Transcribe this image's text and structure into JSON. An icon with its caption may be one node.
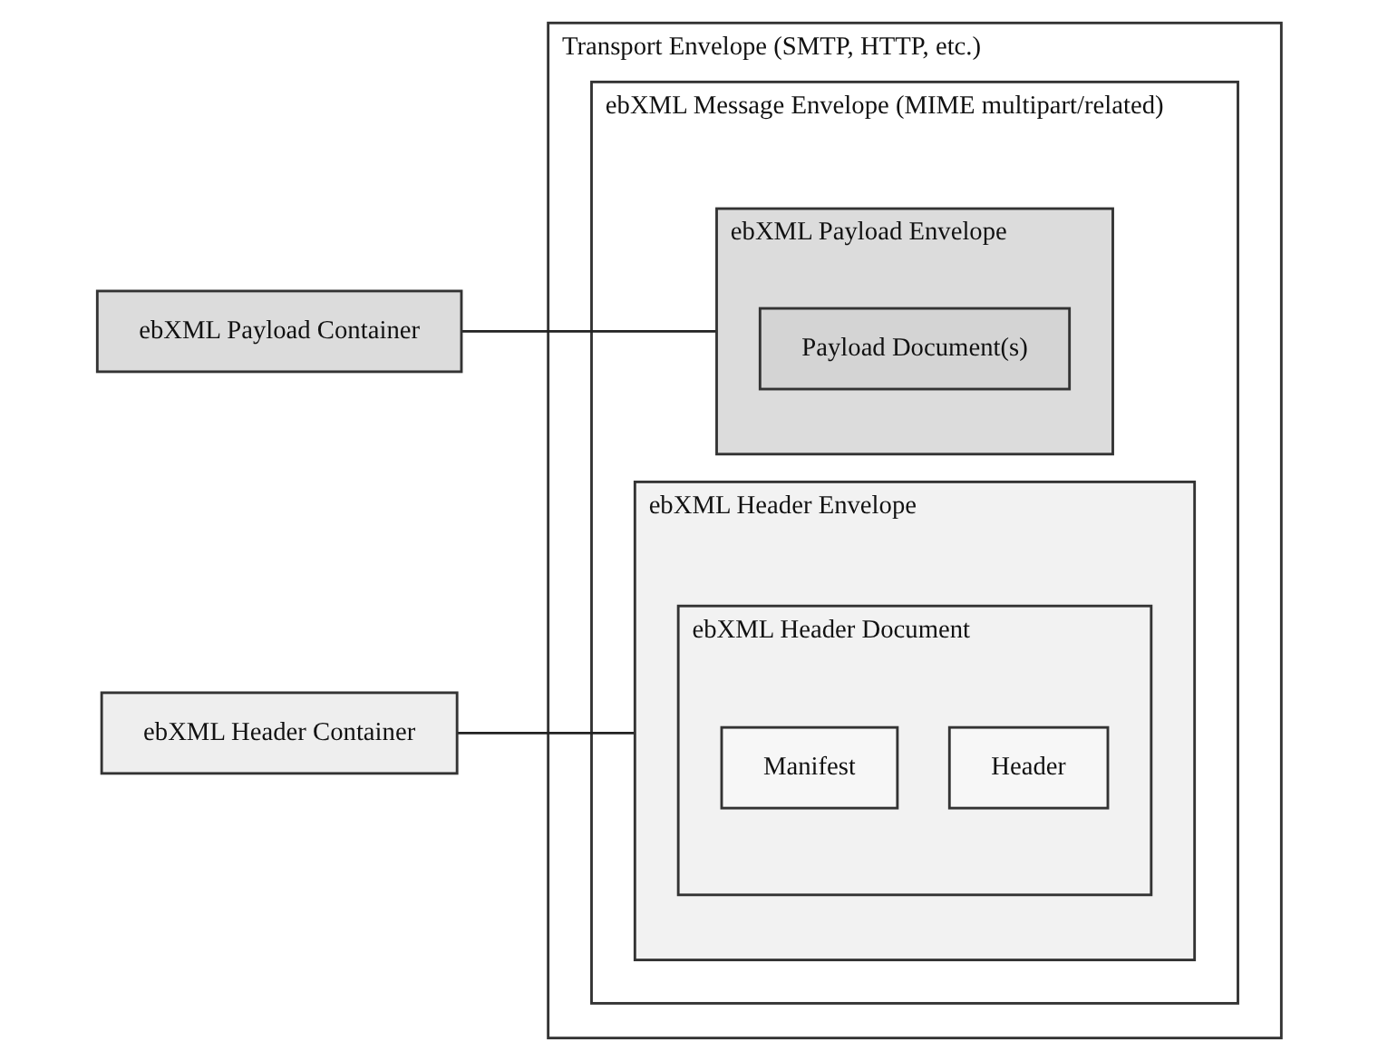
{
  "diagram": {
    "nodes": [
      {
        "text": [
          "Transport Envelope (SMTP, HTTP, etc.)"
        ]
      },
      {
        "text": [
          "ebXML Message Envelope (MIME multipart/related)"
        ],
        "in": 0
      },
      {
        "text": [
          "ebXML Header Envelope"
        ],
        "in": 1
      },
      {
        "text": [
          "ebXML Header Document"
        ],
        "in": 2
      },
      {
        "text": [
          "Manifest"
        ],
        "in": 3
      },
      {
        "text": [
          "Header"
        ],
        "in": 3
      },
      {
        "text": [
          "ebXML Payload Envelope"
        ],
        "in": 1
      },
      {
        "text": [
          "Payload Document(s)"
        ],
        "in": 6
      },
      {
        "text": [
          "ebXML Header Container"
        ]
      },
      {
        "text": [
          "ebXML Payload Container"
        ]
      }
    ],
    "edges": [
      {
        "from": 8,
        "to": 2,
        "arrow": "none"
      },
      {
        "from": 9,
        "to": 6,
        "arrow": "none"
      }
    ]
  }
}
